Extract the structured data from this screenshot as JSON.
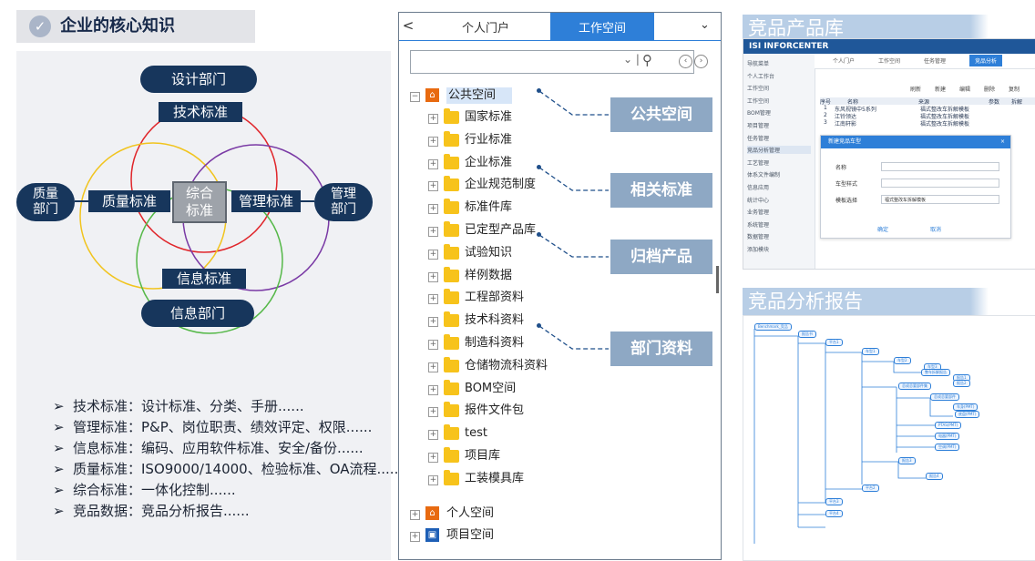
{
  "left": {
    "title": "企业的核心知识",
    "venn": {
      "design_dept": "设计部门",
      "tech_std": "技术标准",
      "quality_dept_l1": "质量",
      "quality_dept_l2": "部门",
      "quality_std": "质量标准",
      "integrated_l1": "综合",
      "integrated_l2": "标准",
      "mgmt_std": "管理标准",
      "mgmt_dept_l1": "管理",
      "mgmt_dept_l2": "部门",
      "info_std": "信息标准",
      "info_dept": "信息部门",
      "colors": {
        "red": "#e0262b",
        "purple": "#7a3aa5",
        "green": "#55b848",
        "yellow": "#f1c41e",
        "navy": "#17365c"
      }
    },
    "bullets": [
      "技术标准：设计标准、分类、手册......",
      "管理标准：P&P、岗位职责、绩效评定、权限......",
      "信息标准：编码、应用软件标准、安全/备份......",
      "质量标准：ISO9000/14000、检验标准、OA流程......",
      "综合标准：一体化控制......",
      "竞品数据：竞品分析报告......"
    ]
  },
  "middle": {
    "tabs": {
      "back": "<",
      "personal": "个人门户",
      "workspace": "工作空间"
    },
    "tree": {
      "public": "公共空间",
      "children": [
        "国家标准",
        "行业标准",
        "企业标准",
        "企业规范制度",
        "标准件库",
        "已定型产品库",
        "试验知识",
        "样例数据",
        "工程部资料",
        "技术科资料",
        "制造科资料",
        "仓储物流科资料",
        "BOM空间",
        "报件文件包",
        "test",
        "项目库",
        "工装模具库"
      ],
      "personal": "个人空间",
      "project": "项目空间"
    },
    "callouts": [
      "公共空间",
      "相关标准",
      "归档产品",
      "部门资料"
    ]
  },
  "right": {
    "title1": "竞品产品库",
    "brand": "INFORCENTER",
    "sidebar": [
      "导航菜单",
      "个人工作台",
      "工作空间",
      "工作空间",
      "BOM管理",
      "项目管理",
      "任务管理",
      "竞品分析管理",
      "工艺管理",
      "体系文件编制",
      "信息应用",
      "统计中心",
      "业务管理",
      "系统管理",
      "数据管理",
      "添加模块"
    ],
    "top_tabs": [
      "个人门户",
      "工作空间",
      "任务管理",
      "竞品分析"
    ],
    "toolbar": [
      "刷新",
      "新建",
      "编辑",
      "删除",
      "复制"
    ],
    "table_header": [
      "序号",
      "名称",
      "来源",
      "参数",
      "拆解"
    ],
    "table_rows": [
      [
        "1",
        "东风视镜中5系列",
        "福式整改车拆解模板"
      ],
      [
        "2",
        "江铃领达",
        "福式整改车拆解模板"
      ],
      [
        "3",
        "江南轩影",
        "福式整改车拆解模板"
      ]
    ],
    "dialog": {
      "title": "新建竞品车型",
      "fields": [
        "名称",
        "车型样式",
        "模板选择"
      ],
      "template_value": "福式整改车拆解模板",
      "ok": "确定",
      "cancel": "取消"
    },
    "title2": "竞品分析报告",
    "mindmap_root": "Benchmark_竞品",
    "mindmap_nodes": [
      "报告书",
      "平台1",
      "车型1",
      "车型2",
      "车型3",
      "整车拆解报告",
      "报告1",
      "报告2",
      "总成总要部件集",
      "总成总要部件",
      "车身(PMT)",
      "底盘(PMT)",
      "PTAS(PMT)",
      "电器(PMT)",
      "空调(PMT)",
      "报告3",
      "报告4",
      "平台2",
      "平台3",
      "平台4"
    ]
  }
}
